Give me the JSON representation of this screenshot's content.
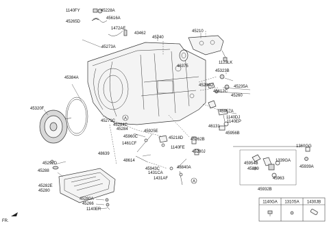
{
  "labels": {
    "l1140fy": "1140FY",
    "l45228a": "45228A",
    "l45616a": "45616A",
    "l45265d": "45265D",
    "l1472ae": "1472AE",
    "l43462": "43462",
    "l45273a": "45273A",
    "l45240": "45240",
    "l45210": "45210",
    "l46375": "46375",
    "l1123lk": "1123LK",
    "l45323b": "45323B",
    "l45284d": "45284D",
    "l45235a": "45235A",
    "l45612c": "45612C",
    "l45260": "45260",
    "l45384a": "45384A",
    "l45320f": "45320F",
    "l45271c": "45271C",
    "l45284c": "45284C",
    "l45284": "45284",
    "l45957a": "45957A",
    "l1140dj": "1140DJ",
    "l1140ep": "1140EP",
    "l46131": "46131",
    "l45956b": "45956B",
    "l45925e": "45925E",
    "l45960c": "45960C",
    "l1461cf": "1461CF",
    "l48639": "48639",
    "l48614": "48614",
    "l45218d": "45218D",
    "l1140fe": "1140FE",
    "l45262b": "45262B",
    "l45280j": "45280J",
    "l1360gg": "1360GG",
    "l45954b": "45954B",
    "l1339ga": "1339GA",
    "l45849": "45849",
    "l45963": "45963",
    "l45939a": "45939A",
    "l45932b": "45932B",
    "l45292d": "45292D",
    "l45288": "45288",
    "l45943c": "45943C",
    "l48840a": "48840A",
    "l1431ca": "1431CA",
    "l1431af": "1431AF",
    "l45282e": "45282E",
    "l45280": "45280",
    "l45280a": "45280A",
    "l45266": "45266",
    "l1140er": "1140ER",
    "fr": "FR.",
    "refA1": "A",
    "refA2": "A"
  },
  "legend_table": {
    "headers": [
      "1140GA",
      "1310SA",
      "1430JB"
    ]
  }
}
